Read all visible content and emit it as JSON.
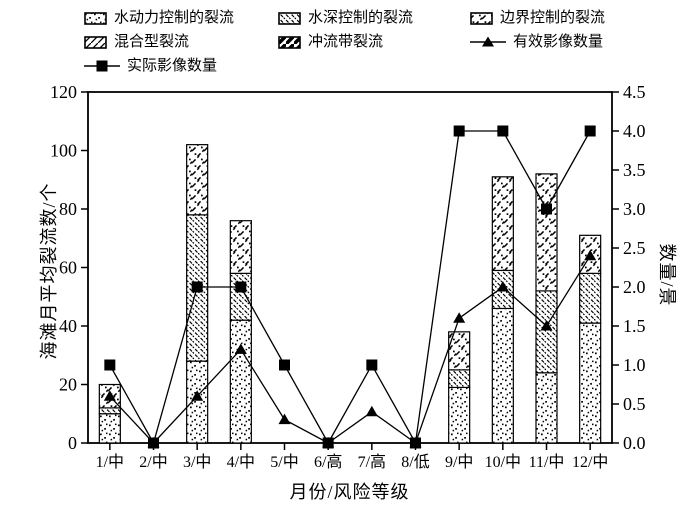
{
  "colors": {
    "foreground": "#000000",
    "background": "#ffffff"
  },
  "legend": {
    "items": [
      {
        "key": "hydro",
        "label": "水动力控制的裂流",
        "swatch": "pattern-dots",
        "col": 0,
        "row": 0
      },
      {
        "key": "depth",
        "label": "水深控制的裂流",
        "swatch": "pattern-hatch",
        "col": 1,
        "row": 0
      },
      {
        "key": "boundary",
        "label": "边界控制的裂流",
        "swatch": "pattern-boundary",
        "col": 2,
        "row": 0
      },
      {
        "key": "mixed",
        "label": "混合型裂流",
        "swatch": "pattern-mixed",
        "col": 0,
        "row": 1
      },
      {
        "key": "swash",
        "label": "冲流带裂流",
        "swatch": "pattern-swash",
        "col": 1,
        "row": 1
      },
      {
        "key": "effective",
        "label": "有效影像数量",
        "swatch": "line-triangle",
        "col": 2,
        "row": 1
      },
      {
        "key": "actual",
        "label": "实际影像数量",
        "swatch": "line-square",
        "col": 0,
        "row": 2
      }
    ]
  },
  "axes": {
    "y_left": {
      "title": "海滩月平均裂流数/个",
      "ticks": [
        0,
        20,
        40,
        60,
        80,
        100,
        120
      ],
      "max": 120
    },
    "y_right": {
      "title": "数量/景",
      "ticks": [
        "0.0",
        "0.5",
        "1.0",
        "1.5",
        "2.0",
        "2.5",
        "3.0",
        "3.5",
        "4.0",
        "4.5"
      ],
      "max": 4.5
    },
    "x": {
      "title": "月份/风险等级"
    }
  },
  "chart_data": {
    "type": "bar",
    "subtype": "stacked-bars-with-line-overlay",
    "title": "",
    "xlabel": "月份/风险等级",
    "ylabel_left": "海滩月平均裂流数/个",
    "ylabel_right": "数量/景",
    "ylim_left": [
      0,
      120
    ],
    "ylim_right": [
      0,
      4.5
    ],
    "grid": false,
    "legend_position": "top",
    "categories": [
      "1/中",
      "2/中",
      "3/中",
      "4/中",
      "5/中",
      "6/高",
      "7/高",
      "8/低",
      "9/中",
      "10/中",
      "11/中",
      "12/中"
    ],
    "bar_series": [
      {
        "name": "水动力控制的裂流",
        "pattern": "dots",
        "values": [
          10,
          0,
          28,
          42,
          0,
          0,
          0,
          0,
          19,
          46,
          24,
          41
        ]
      },
      {
        "name": "水深控制的裂流",
        "pattern": "hatch",
        "values": [
          2,
          0,
          50,
          16,
          0,
          0,
          0,
          0,
          6,
          13,
          28,
          17
        ]
      },
      {
        "name": "边界控制的裂流",
        "pattern": "boundary",
        "values": [
          8,
          0,
          24,
          18,
          0,
          0,
          0,
          0,
          13,
          32,
          40,
          13
        ]
      },
      {
        "name": "混合型裂流",
        "pattern": "mixed",
        "values": [
          0,
          0,
          0,
          0,
          0,
          0,
          0,
          0,
          0,
          0,
          0,
          0
        ]
      },
      {
        "name": "冲流带裂流",
        "pattern": "swash",
        "values": [
          0,
          0,
          0,
          0,
          0,
          0,
          0,
          0,
          0,
          0,
          0,
          0
        ]
      }
    ],
    "line_series": [
      {
        "name": "有效影像数量",
        "marker": "triangle",
        "axis": "right",
        "values": [
          0.6,
          0,
          0.6,
          1.2,
          0.3,
          0,
          0.4,
          0,
          1.6,
          2.0,
          1.5,
          2.4
        ]
      },
      {
        "name": "实际影像数量",
        "marker": "square",
        "axis": "right",
        "values": [
          1.0,
          0,
          2.0,
          2.0,
          1.0,
          0,
          1.0,
          0,
          4.0,
          4.0,
          3.0,
          4.0
        ]
      }
    ]
  }
}
